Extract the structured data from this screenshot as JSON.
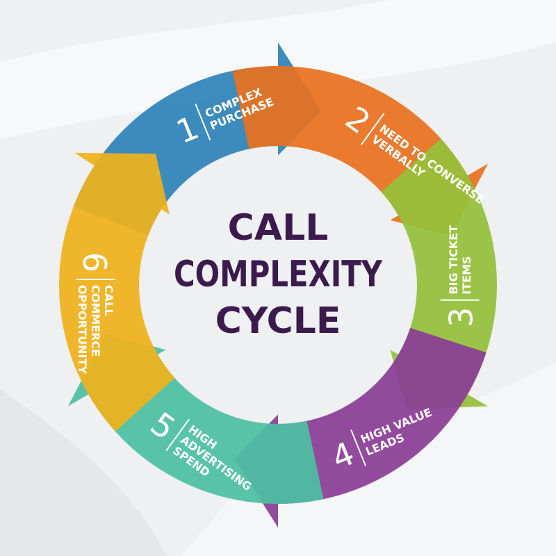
{
  "diagram": {
    "title_lines": [
      "CALL",
      "COMPLEXITY",
      "CYCLE"
    ],
    "colors": {
      "background": "#eef0f2",
      "title": "#3b1a4d",
      "divider": "#ffffff"
    },
    "segments": [
      {
        "number": "1",
        "lines": [
          "COMPLEX",
          "PURCHASE"
        ],
        "color": "#2f82b8",
        "icon": "arrow-segment"
      },
      {
        "number": "2",
        "lines": [
          "NEED TO CONVERSE",
          "VERBALLY"
        ],
        "color": "#e8711f",
        "icon": "arrow-segment"
      },
      {
        "number": "3",
        "lines": [
          "BIG TICKET",
          "ITEMS"
        ],
        "color": "#95c03a",
        "icon": "arrow-segment"
      },
      {
        "number": "4",
        "lines": [
          "HIGH VALUE",
          "LEADS"
        ],
        "color": "#8a3d96",
        "icon": "arrow-segment"
      },
      {
        "number": "5",
        "lines": [
          "HIGH",
          "ADVERTISING",
          "SPEND"
        ],
        "color": "#4ebfa3",
        "icon": "arrow-segment"
      },
      {
        "number": "6",
        "lines": [
          "CALL",
          "COMMERCE",
          "OPPORTUNITY"
        ],
        "color": "#efb21d",
        "icon": "arrow-segment"
      }
    ]
  }
}
